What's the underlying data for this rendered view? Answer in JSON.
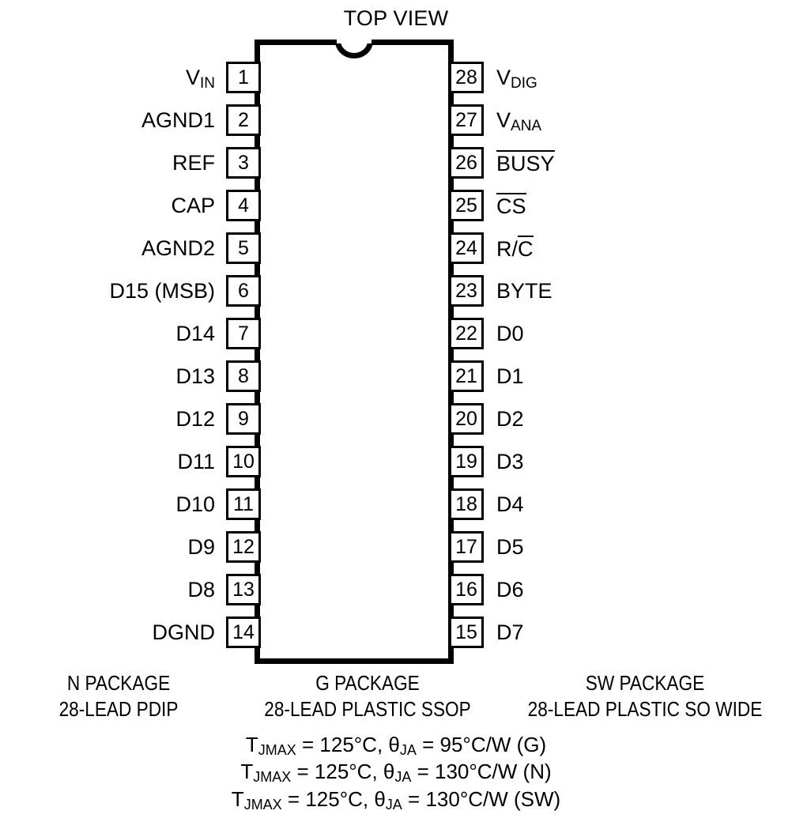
{
  "title": "TOP VIEW",
  "package": {
    "pin_count": 28,
    "notch": "semicircular-notch"
  },
  "pins": {
    "left": [
      {
        "number": "1",
        "label": "V",
        "sub": "IN",
        "overline": false
      },
      {
        "number": "2",
        "label": "AGND1",
        "sub": "",
        "overline": false
      },
      {
        "number": "3",
        "label": "REF",
        "sub": "",
        "overline": false
      },
      {
        "number": "4",
        "label": "CAP",
        "sub": "",
        "overline": false
      },
      {
        "number": "5",
        "label": "AGND2",
        "sub": "",
        "overline": false
      },
      {
        "number": "6",
        "label": "D15 (MSB)",
        "sub": "",
        "overline": false
      },
      {
        "number": "7",
        "label": "D14",
        "sub": "",
        "overline": false
      },
      {
        "number": "8",
        "label": "D13",
        "sub": "",
        "overline": false
      },
      {
        "number": "9",
        "label": "D12",
        "sub": "",
        "overline": false
      },
      {
        "number": "10",
        "label": "D11",
        "sub": "",
        "overline": false
      },
      {
        "number": "11",
        "label": "D10",
        "sub": "",
        "overline": false
      },
      {
        "number": "12",
        "label": "D9",
        "sub": "",
        "overline": false
      },
      {
        "number": "13",
        "label": "D8",
        "sub": "",
        "overline": false
      },
      {
        "number": "14",
        "label": "DGND",
        "sub": "",
        "overline": false
      }
    ],
    "right": [
      {
        "number": "28",
        "label": "V",
        "sub": "DIG",
        "overline": false
      },
      {
        "number": "27",
        "label": "V",
        "sub": "ANA",
        "overline": false
      },
      {
        "number": "26",
        "label": "BUSY",
        "sub": "",
        "overline": true
      },
      {
        "number": "25",
        "label": "CS",
        "sub": "",
        "overline": true
      },
      {
        "number": "24",
        "label": "R/C",
        "sub": "",
        "overline": "partial-C"
      },
      {
        "number": "23",
        "label": "BYTE",
        "sub": "",
        "overline": false
      },
      {
        "number": "22",
        "label": "D0",
        "sub": "",
        "overline": false
      },
      {
        "number": "21",
        "label": "D1",
        "sub": "",
        "overline": false
      },
      {
        "number": "20",
        "label": "D2",
        "sub": "",
        "overline": false
      },
      {
        "number": "19",
        "label": "D3",
        "sub": "",
        "overline": false
      },
      {
        "number": "18",
        "label": "D4",
        "sub": "",
        "overline": false
      },
      {
        "number": "17",
        "label": "D5",
        "sub": "",
        "overline": false
      },
      {
        "number": "16",
        "label": "D6",
        "sub": "",
        "overline": false
      },
      {
        "number": "15",
        "label": "D7",
        "sub": "",
        "overline": false
      }
    ]
  },
  "packages": [
    {
      "name": "N PACKAGE",
      "desc": "28-LEAD PDIP"
    },
    {
      "name": "G PACKAGE",
      "desc": "28-LEAD PLASTIC SSOP"
    },
    {
      "name": "SW PACKAGE",
      "desc": "28-LEAD PLASTIC SO WIDE"
    }
  ],
  "thermal": [
    {
      "tjmax": "125",
      "theta_ja": "95",
      "pkg": "G"
    },
    {
      "tjmax": "125",
      "theta_ja": "130",
      "pkg": "N"
    },
    {
      "tjmax": "125",
      "theta_ja": "130",
      "pkg": "SW"
    }
  ],
  "colors": {
    "ink": "#000000",
    "background": "#ffffff"
  }
}
